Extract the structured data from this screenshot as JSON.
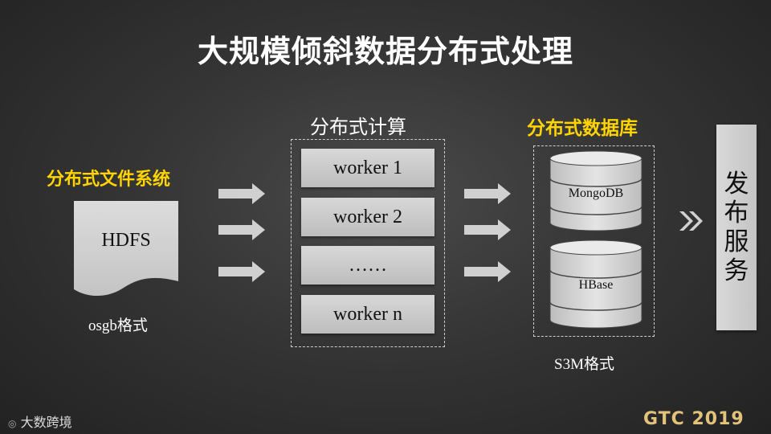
{
  "title": "大规模倾斜数据分布式处理",
  "dfs": {
    "label": "分布式文件系统",
    "doc": "HDFS",
    "format": "osgb格式"
  },
  "compute": {
    "label": "分布式计算",
    "workers": [
      "worker  1",
      "worker  2",
      "……",
      "worker  n"
    ]
  },
  "database": {
    "label": "分布式数据库",
    "db1": "MongoDB",
    "db2": "HBase",
    "format": "S3M格式"
  },
  "publish": [
    "发",
    "布",
    "服",
    "务"
  ],
  "footer": {
    "left_logo": "大数跨境",
    "right_logo": "GTC 2019"
  },
  "colors": {
    "highlight": "#ffd400",
    "box": "#d0d0d0",
    "background": "#353535"
  }
}
